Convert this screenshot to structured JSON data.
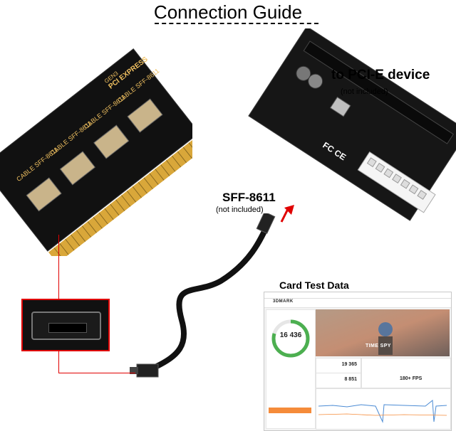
{
  "title": "Connection Guide",
  "pcie": {
    "label": "to PCI-E device",
    "sub": "(not included)"
  },
  "sff": {
    "label": "SFF-8611",
    "sub": "(not included)"
  },
  "card_test": {
    "label": "Card Test Data"
  },
  "left_card": {
    "brand": "PCI EXPRESS",
    "gen": "GEN3",
    "slot_labels": [
      "CABLE SFF-8611",
      "CABLE SFF-8611",
      "CABLE SFF-8611",
      "CABLE SFF-8611"
    ]
  },
  "screenshot": {
    "brand": "3DMARK",
    "test_name": "TIME SPY",
    "score": "16 436",
    "graphics_score": "19 365",
    "cpu_score": "8 851",
    "fps": "180+ FPS"
  },
  "colors": {
    "accent_red": "#e00000",
    "accent_orange": "#f58b3a",
    "pcb_black": "#111111",
    "gold": "#d9a73a"
  }
}
